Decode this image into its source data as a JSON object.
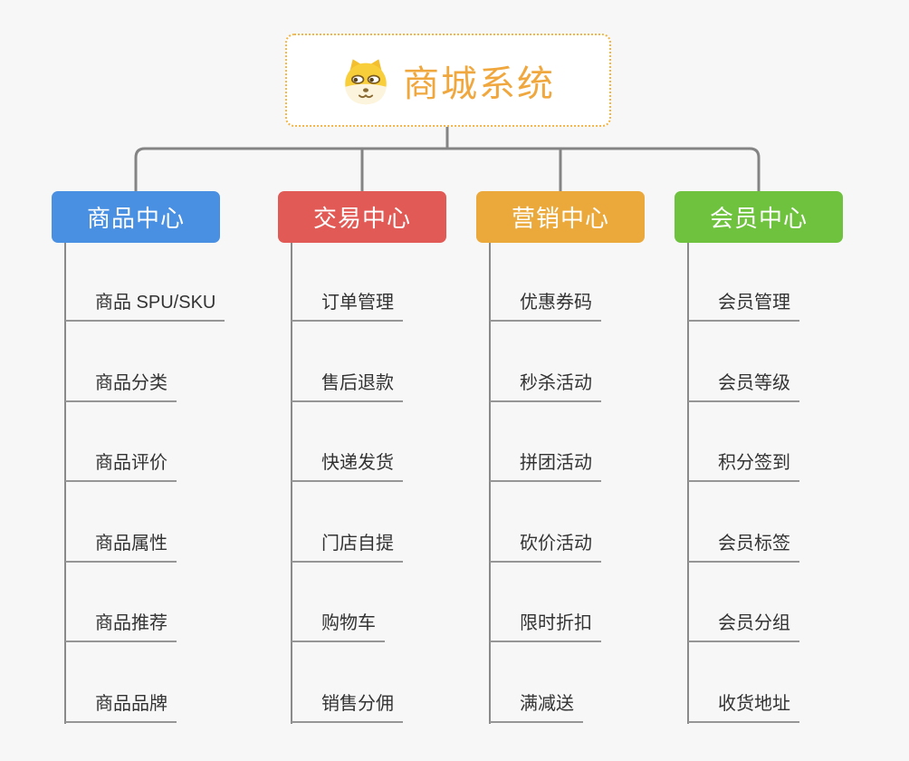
{
  "root": {
    "title": "商城系统",
    "icon": "doge-icon",
    "title_color": "#efa73e",
    "border_color": "#f2b547"
  },
  "branches": [
    {
      "label": "商品中心",
      "color": "#4a90e2",
      "children": [
        "商品 SPU/SKU",
        "商品分类",
        "商品评价",
        "商品属性",
        "商品推荐",
        "商品品牌"
      ]
    },
    {
      "label": "交易中心",
      "color": "#e15a55",
      "children": [
        "订单管理",
        "售后退款",
        "快递发货",
        "门店自提",
        "购物车",
        "销售分佣"
      ]
    },
    {
      "label": "营销中心",
      "color": "#eba93b",
      "children": [
        "优惠券码",
        "秒杀活动",
        "拼团活动",
        "砍价活动",
        "限时折扣",
        "满减送"
      ]
    },
    {
      "label": "会员中心",
      "color": "#6ec23e",
      "children": [
        "会员管理",
        "会员等级",
        "积分签到",
        "会员标签",
        "会员分组",
        "收货地址"
      ]
    }
  ],
  "connector_color": "#848484",
  "underline_color": "#969696",
  "background_color": "#f7f7f7"
}
